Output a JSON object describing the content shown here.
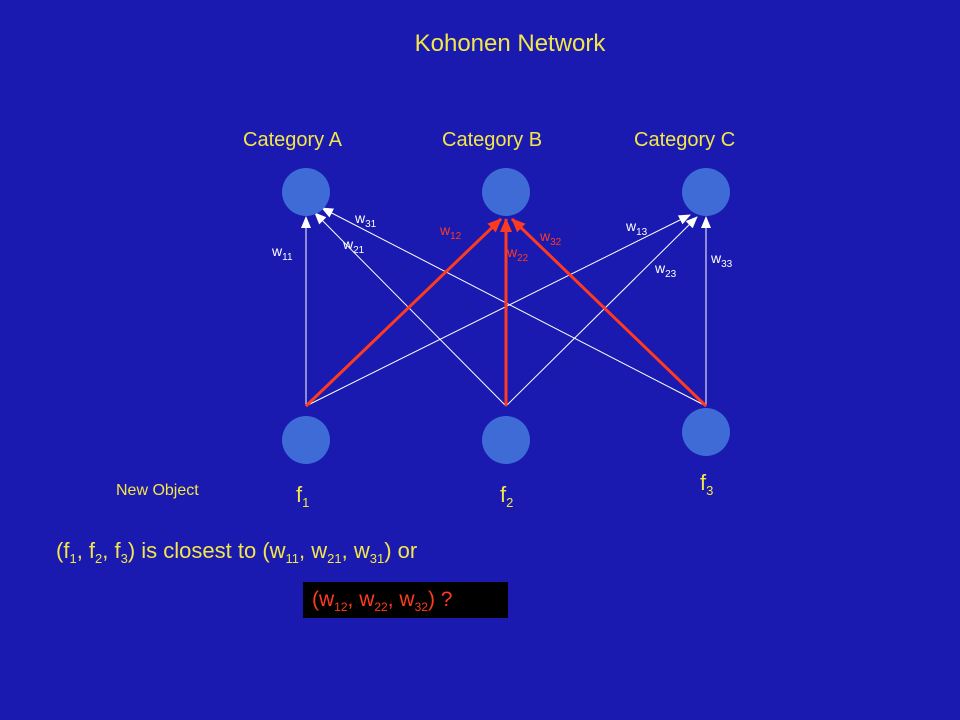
{
  "title": "Kohonen Network",
  "categories": [
    "Category A",
    "Category B",
    "Category C"
  ],
  "new_object_label": "New Object",
  "inputs": [
    {
      "letter": "f",
      "sub": "1"
    },
    {
      "letter": "f",
      "sub": "2"
    },
    {
      "letter": "f",
      "sub": "3"
    }
  ],
  "weights": [
    {
      "label": "w",
      "sub": "11",
      "color": "white"
    },
    {
      "label": "w",
      "sub": "21",
      "color": "white"
    },
    {
      "label": "w",
      "sub": "31",
      "color": "white"
    },
    {
      "label": "w",
      "sub": "12",
      "color": "red"
    },
    {
      "label": "w",
      "sub": "22",
      "color": "red"
    },
    {
      "label": "w",
      "sub": "32",
      "color": "red"
    },
    {
      "label": "w",
      "sub": "13",
      "color": "white"
    },
    {
      "label": "w",
      "sub": "23",
      "color": "white"
    },
    {
      "label": "w",
      "sub": "33",
      "color": "white"
    }
  ],
  "question": {
    "open": "(f",
    "s1": "1",
    "t1": ", f",
    "s2": "2",
    "t2": ", f",
    "s3": "3",
    "t3": ") is closest to (w",
    "s4": "11",
    "t4": ", w",
    "s5": "21",
    "t5": ", w",
    "s6": "31",
    "t6": ") or"
  },
  "answer": {
    "open": "(w",
    "s1": "12",
    "t1": ", w",
    "s2": "22",
    "t2": ", w",
    "s3": "32",
    "t3": ") ?"
  },
  "colors": {
    "background": "#1a1ab0",
    "text": "#f2e64a",
    "node_fill": "#3f6bd6",
    "highlight": "#ff3b1f",
    "edge": "#ffffff",
    "answer_bg": "#000000"
  }
}
